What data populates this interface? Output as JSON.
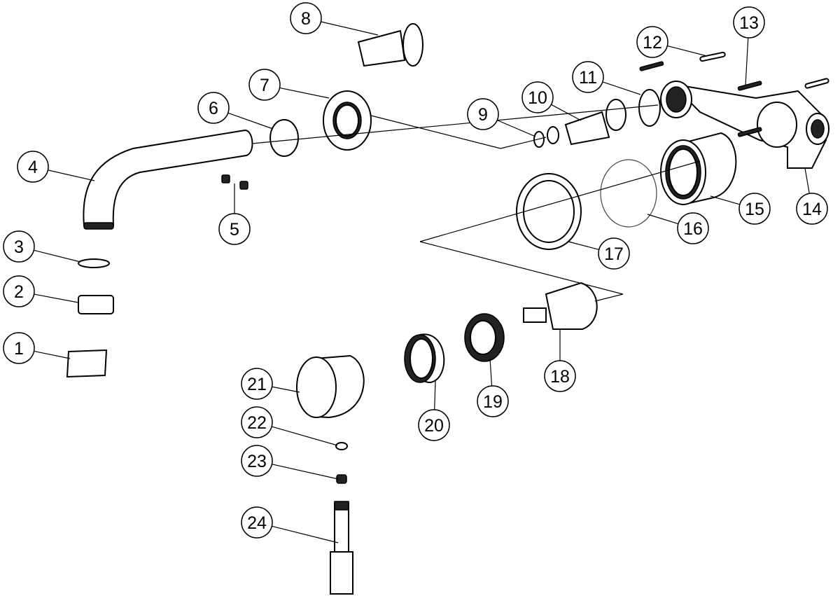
{
  "diagram": {
    "type": "exploded-parts-view",
    "part_labels": [
      "1",
      "2",
      "3",
      "4",
      "5",
      "6",
      "7",
      "8",
      "9",
      "10",
      "11",
      "12",
      "13",
      "14",
      "15",
      "16",
      "17",
      "18",
      "19",
      "20",
      "21",
      "22",
      "23",
      "24"
    ]
  }
}
